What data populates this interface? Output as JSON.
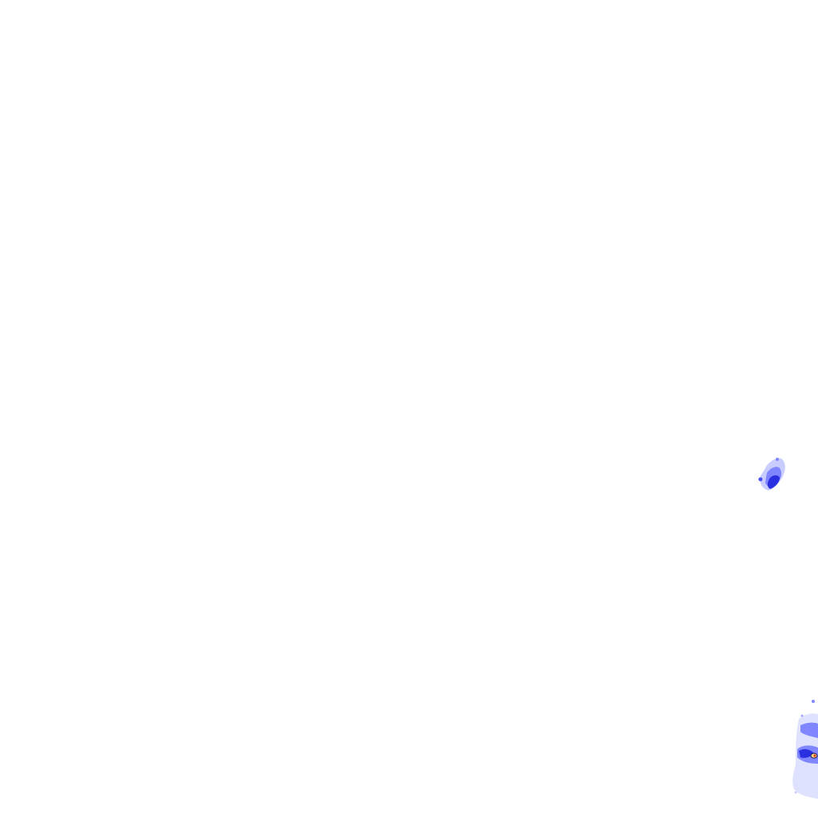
{
  "map": {
    "background_color": "#ffffff",
    "legend_visible": false,
    "labels_visible": false,
    "precipitation_palette": {
      "light": "#c8ccff",
      "moderate": "#7f86ff",
      "heavy": "#2a2fe0",
      "intense": "#ffd27a",
      "extreme": "#e0302a",
      "outline": "#1a1a5a"
    },
    "cells": [
      {
        "id": "cell-east-mid",
        "intensity": "moderate-heavy"
      },
      {
        "id": "cell-southeast",
        "intensity": "moderate-extreme"
      }
    ]
  }
}
